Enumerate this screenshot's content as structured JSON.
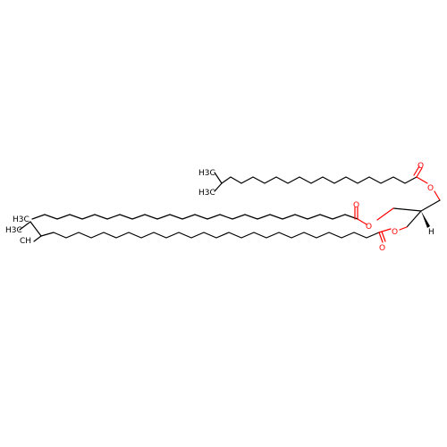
{
  "atoms": {
    "o_ester1": "O",
    "o_carbonyl1": "O",
    "o_ester2": "O",
    "o_carbonyl2": "O",
    "o_ester3": "O",
    "o_carbonyl3": "O",
    "h_stereo": "H",
    "ch3_top_a": "H3C",
    "ch3_top_b": "H3C",
    "ch3_mid": "H3C",
    "ch3_bot_a": "H3C",
    "ch3_bot_b": "CH"
  },
  "colors": {
    "bond": "#000000",
    "oxygen": "#ff0000"
  }
}
